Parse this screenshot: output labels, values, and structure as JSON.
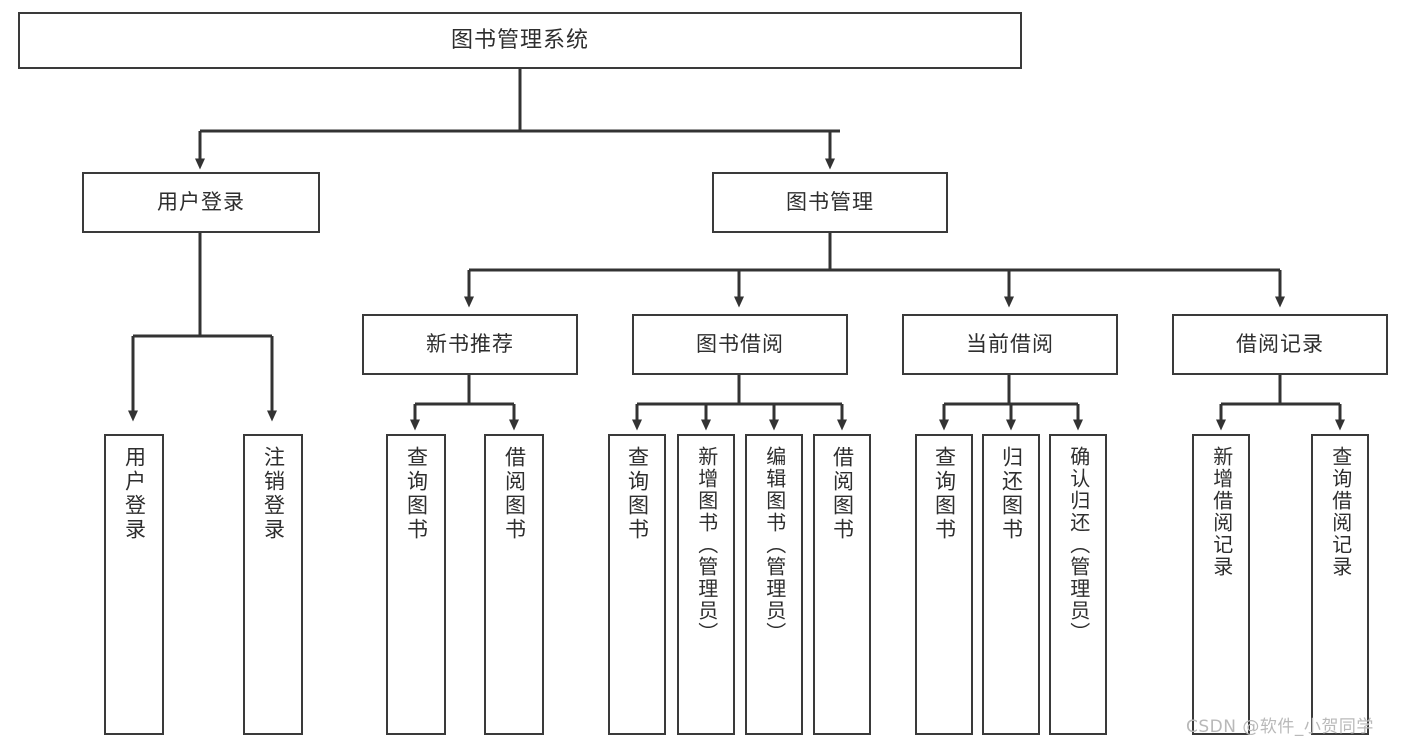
{
  "diagram": {
    "type": "tree",
    "title": "图书管理系统",
    "orientation": "top-down",
    "colors": {
      "box_border": "#3a3a3a",
      "box_fill": "#ffffff",
      "text": "#2e2e2e",
      "connector": "#333333",
      "watermark": "#b9b9b9"
    },
    "root": {
      "label": "图书管理系统"
    },
    "level2": [
      {
        "label": "用户登录"
      },
      {
        "label": "图书管理"
      }
    ],
    "level3": [
      {
        "label": "新书推荐"
      },
      {
        "label": "图书借阅"
      },
      {
        "label": "当前借阅"
      },
      {
        "label": "借阅记录"
      }
    ],
    "leaves": {
      "user_login": [
        {
          "label": "用户登录"
        },
        {
          "label": "注销登录"
        }
      ],
      "new_book_recommend": [
        {
          "label": "查询图书"
        },
        {
          "label": "借阅图书"
        }
      ],
      "book_borrow": [
        {
          "label": "查询图书"
        },
        {
          "label": "新增图书（管理员）"
        },
        {
          "label": "编辑图书（管理员）"
        },
        {
          "label": "借阅图书"
        }
      ],
      "current_borrow": [
        {
          "label": "查询图书"
        },
        {
          "label": "归还图书"
        },
        {
          "label": "确认归还（管理员）"
        }
      ],
      "borrow_record": [
        {
          "label": "新增借阅记录"
        },
        {
          "label": "查询借阅记录"
        }
      ]
    }
  },
  "watermark": {
    "text": "CSDN @软件_小贺同学"
  }
}
